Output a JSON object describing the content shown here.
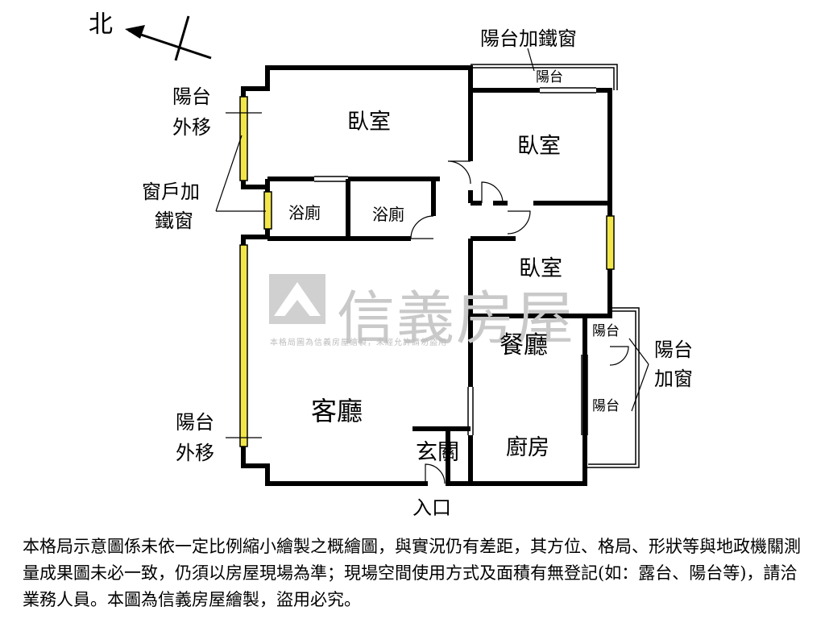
{
  "compass": {
    "label": "北"
  },
  "rooms": {
    "bedroom_master": "臥室",
    "bedroom_2": "臥室",
    "bedroom_3": "臥室",
    "bath_1": "浴廁",
    "bath_2": "浴廁",
    "living": "客廳",
    "dining": "餐廳",
    "kitchen": "廚房",
    "foyer": "玄關"
  },
  "balconies": {
    "top": "陽台",
    "right_upper": "陽台",
    "right_lower": "陽台"
  },
  "notes": {
    "top_balcony_bars": "陽台加鐵窗",
    "left_upper_line1": "陽台",
    "left_upper_line2": "外移",
    "window_bars_line1": "窗戶加",
    "window_bars_line2": "鐵窗",
    "left_lower_line1": "陽台",
    "left_lower_line2": "外移",
    "right_window_line1": "陽台",
    "right_window_line2": "加窗",
    "entrance": "入口"
  },
  "watermark": {
    "brand": "信義房屋",
    "sub": "本格局圖為信義房屋繪製，未經允許請勿盜用"
  },
  "disclaimer": "本格局示意圖係未依一定比例縮小繪製之概繪圖，與實況仍有差距，其方位、格局、形狀等與地政機關測量成果圖未必一致，仍須以房屋現場為準；現場空間使用方式及面積有無登記(如：露台、陽台等)，請洽業務人員。本圖為信義房屋繪製，盜用必究。"
}
